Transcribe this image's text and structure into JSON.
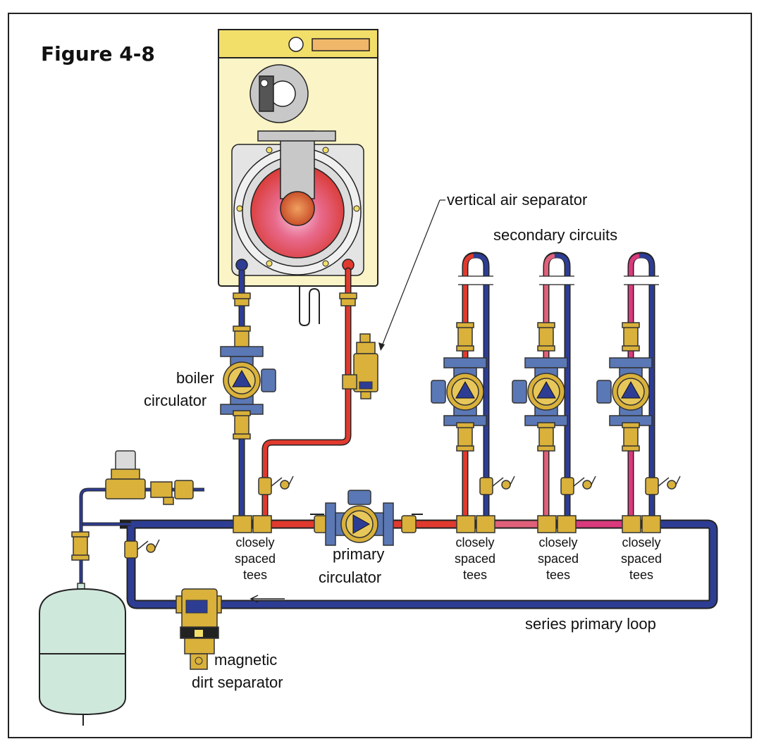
{
  "figure": {
    "title": "Figure 4-8"
  },
  "labels": {
    "vertical_air_separator": "vertical air separator",
    "secondary_circuits": "secondary circuits",
    "boiler_circulator_1": "boiler",
    "boiler_circulator_2": "circulator",
    "primary_circulator_1": "primary",
    "primary_circulator_2": "circulator",
    "series_primary_loop": "series primary loop",
    "magnetic_dirt_separator_1": "magnetic",
    "magnetic_dirt_separator_2": "dirt separator",
    "tees_1": {
      "l1": "closely",
      "l2": "spaced",
      "l3": "tees"
    },
    "tees_2": {
      "l1": "closely",
      "l2": "spaced",
      "l3": "tees"
    },
    "tees_3": {
      "l1": "closely",
      "l2": "spaced",
      "l3": "tees"
    },
    "tees_4": {
      "l1": "closely",
      "l2": "spaced",
      "l3": "tees"
    }
  },
  "colors": {
    "supply_hot": "#e03a2f",
    "return_cold": "#2e3d94",
    "secondary_2_supply": "#e0607a",
    "secondary_3_supply": "#d83a7c",
    "brass": "#d9b13b",
    "pump_blue": "#5b78b6",
    "boiler_cream": "#fbf4c6",
    "tank": "#cfe8dc"
  }
}
